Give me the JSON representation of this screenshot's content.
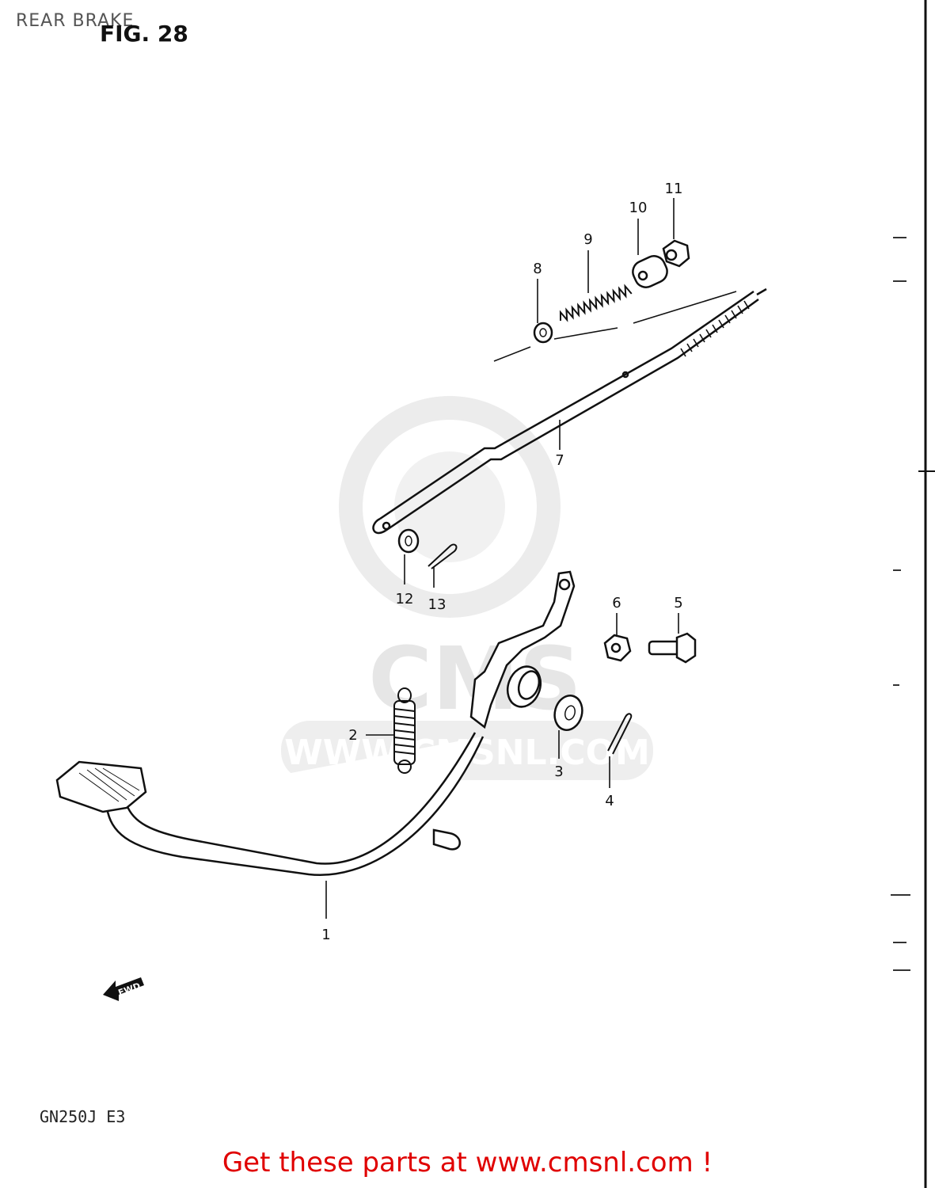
{
  "header": {
    "title": "REAR BRAKE",
    "figure": "FIG. 28"
  },
  "model": "GN250J E3",
  "fwd_label": "FWD",
  "watermark": {
    "brand": "CMS",
    "url": "WWW.CMSNL.COM"
  },
  "promo": "Get these parts at www.cmsnl.com !",
  "callouts": [
    "1",
    "2",
    "3",
    "4",
    "5",
    "6",
    "7",
    "8",
    "9",
    "10",
    "11",
    "12",
    "13"
  ]
}
